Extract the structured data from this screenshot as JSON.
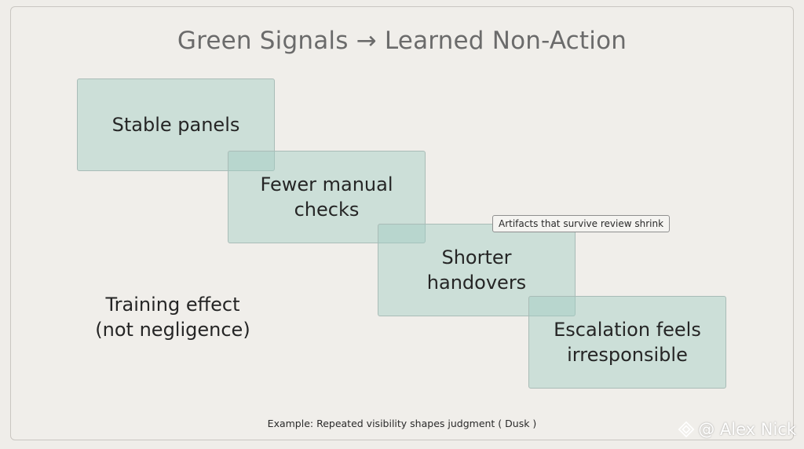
{
  "diagram": {
    "title": "Green Signals → Learned Non-Action",
    "steps": [
      {
        "lines": [
          "Stable panels"
        ]
      },
      {
        "lines": [
          "Fewer manual",
          "checks"
        ]
      },
      {
        "lines": [
          "Shorter",
          "handovers"
        ]
      },
      {
        "lines": [
          "Escalation feels",
          "irresponsible"
        ]
      }
    ],
    "callout": "Artifacts that survive review shrink",
    "side_note": {
      "lines": [
        "Training effect",
        "(not negligence)"
      ]
    },
    "caption": "Example: Repeated visibility shapes judgment ( Dusk )"
  },
  "watermark": {
    "text": "@ Alex Nick",
    "icon": "binance-diamond-icon"
  },
  "colors": {
    "background": "#efede9",
    "box_fill": "#b3d5ce",
    "box_border": "#a9bcb7",
    "title": "#6b6b6b"
  }
}
